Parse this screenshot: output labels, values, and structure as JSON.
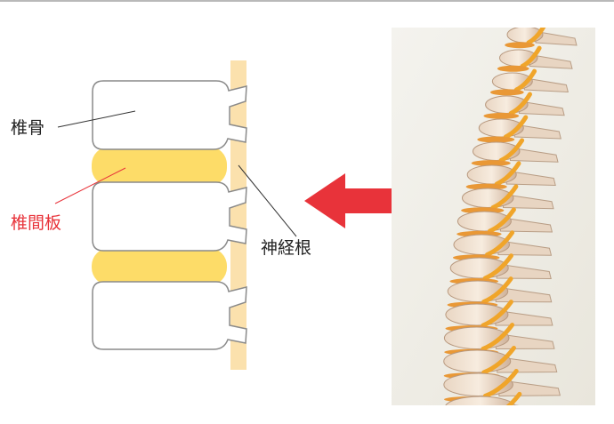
{
  "labels": {
    "vertebra": "椎骨",
    "disc": "椎間板",
    "nerve_root": "神経根"
  },
  "colors": {
    "bone_fill": "#ffffff",
    "bone_stroke": "#8a8a8a",
    "disc_fill": "#fddc68",
    "nerve_fill": "#fbe1ad",
    "disc_label": "#e8333a",
    "arrow": "#e8333a",
    "photo_bg": "#f1efe8"
  },
  "icons": {
    "pointer": "left-arrow-icon"
  }
}
